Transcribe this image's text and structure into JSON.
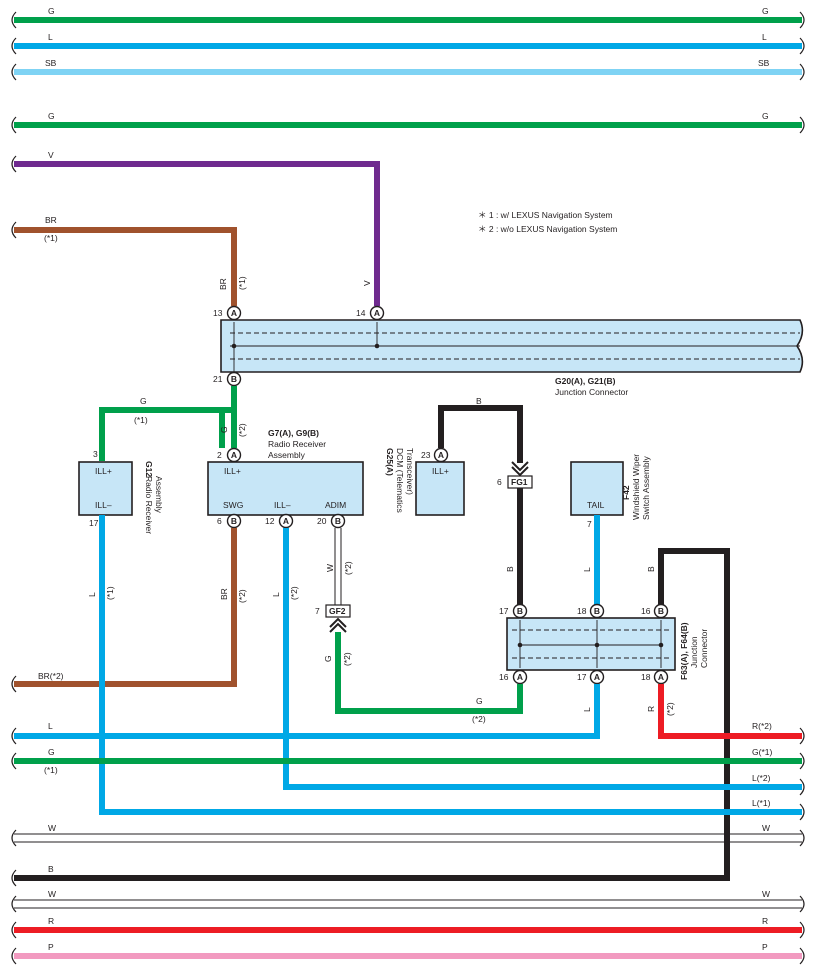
{
  "top_wires": [
    {
      "color_code": "G",
      "color": "#00a04b"
    },
    {
      "color_code": "L",
      "color": "#00a8e6"
    },
    {
      "color_code": "SB",
      "color": "#7fd3f4"
    },
    {
      "color_code": "G",
      "color": "#00a04b"
    }
  ],
  "wire_colors": {
    "G": "#00a04b",
    "L": "#00a8e6",
    "SB": "#7fd3f4",
    "V": "#6f2a8f",
    "BR": "#a0522d",
    "B": "#231f20",
    "W": "#ffffff",
    "R": "#ed1c24",
    "P": "#f29ac0"
  },
  "legend": {
    "note1": "＊ 1 : w/ LEXUS Navigation System",
    "note2": "＊ 2 : w/o LEXUS Navigation System"
  },
  "wire_labels": {
    "v": "V",
    "br": "BR",
    "br_star1": "(*1)",
    "br_vert": "BR",
    "br_vert_star": "(*1)",
    "v_vert": "V",
    "g_left": "G",
    "g_left_star": "(*1)",
    "g_vert": "G",
    "g_vert_star": "(*2)",
    "b_top": "B",
    "l_g12": "L",
    "l_g12_star": "(*1)",
    "br_swg": "BR",
    "br_swg_star": "(*2)",
    "l_ill": "L",
    "l_ill_star": "(*2)",
    "w_adim": "W",
    "w_adim_star": "(*2)",
    "g_gf2": "G",
    "g_gf2_star": "(*2)",
    "b_fg1": "B",
    "l_tail": "L",
    "b_right": "B",
    "g_bottom": "G",
    "g_bottom_star": "(*2)",
    "l_17a": "L",
    "r_18a": "R",
    "r_18a_star": "(*2)",
    "br2_left": "BR(*2)"
  },
  "bottom_wires": [
    {
      "left": "L",
      "left_star": "",
      "right": "R(*2)"
    },
    {
      "left": "G",
      "left_star": "(*1)",
      "right": "G(*1)"
    },
    {
      "right": "L(*2)"
    },
    {
      "right": "L(*1)"
    },
    {
      "left": "W",
      "right": "W"
    },
    {
      "left": "B",
      "right": ""
    },
    {
      "left": "W",
      "right": "W"
    },
    {
      "left": "R",
      "right": "R"
    },
    {
      "left": "P",
      "right": "P"
    }
  ],
  "junction_top": {
    "pins": [
      {
        "num": "13",
        "letter": "A"
      },
      {
        "num": "14",
        "letter": "A"
      },
      {
        "num": "21",
        "letter": "B"
      }
    ],
    "name": "G20(A), G21(B)",
    "desc": "Junction Connector"
  },
  "radio_receiver": {
    "name": "G7(A), G9(B)",
    "desc1": "Radio Receiver",
    "desc2": "Assembly",
    "ill_plus": "ILL+",
    "swg": "SWG",
    "ill_minus": "ILL–",
    "adim": "ADIM",
    "pins": [
      {
        "num": "2",
        "letter": "A"
      },
      {
        "num": "6",
        "letter": "B"
      },
      {
        "num": "12",
        "letter": "A"
      },
      {
        "num": "20",
        "letter": "B"
      }
    ]
  },
  "g12": {
    "pin_top": "3",
    "pin_bottom": "17",
    "ill_plus": "ILL+",
    "ill_minus": "ILL–",
    "code": "G12",
    "desc1": "Radio Receiver",
    "desc2": "Assembly"
  },
  "dcm": {
    "pin": {
      "num": "23",
      "letter": "A"
    },
    "ill_plus": "ILL+",
    "code": "G25(A)",
    "desc1": "DCM (Telematics",
    "desc2": "Transceiver)"
  },
  "f42": {
    "pin": "7",
    "tail": "TAIL",
    "code": "F42",
    "desc1": "Windshield Wiper",
    "desc2": "Switch Assembly"
  },
  "fg1": {
    "pin": "6",
    "label": "FG1"
  },
  "gf2": {
    "pin": "7",
    "label": "GF2"
  },
  "junction_bottom": {
    "pins_top": [
      {
        "num": "17",
        "letter": "B"
      },
      {
        "num": "18",
        "letter": "B"
      },
      {
        "num": "16",
        "letter": "B"
      }
    ],
    "pins_bottom": [
      {
        "num": "16",
        "letter": "A"
      },
      {
        "num": "17",
        "letter": "A"
      },
      {
        "num": "18",
        "letter": "A"
      }
    ],
    "code": "F63(A), F64(B)",
    "desc1": "Junction",
    "desc2": "Connector"
  }
}
